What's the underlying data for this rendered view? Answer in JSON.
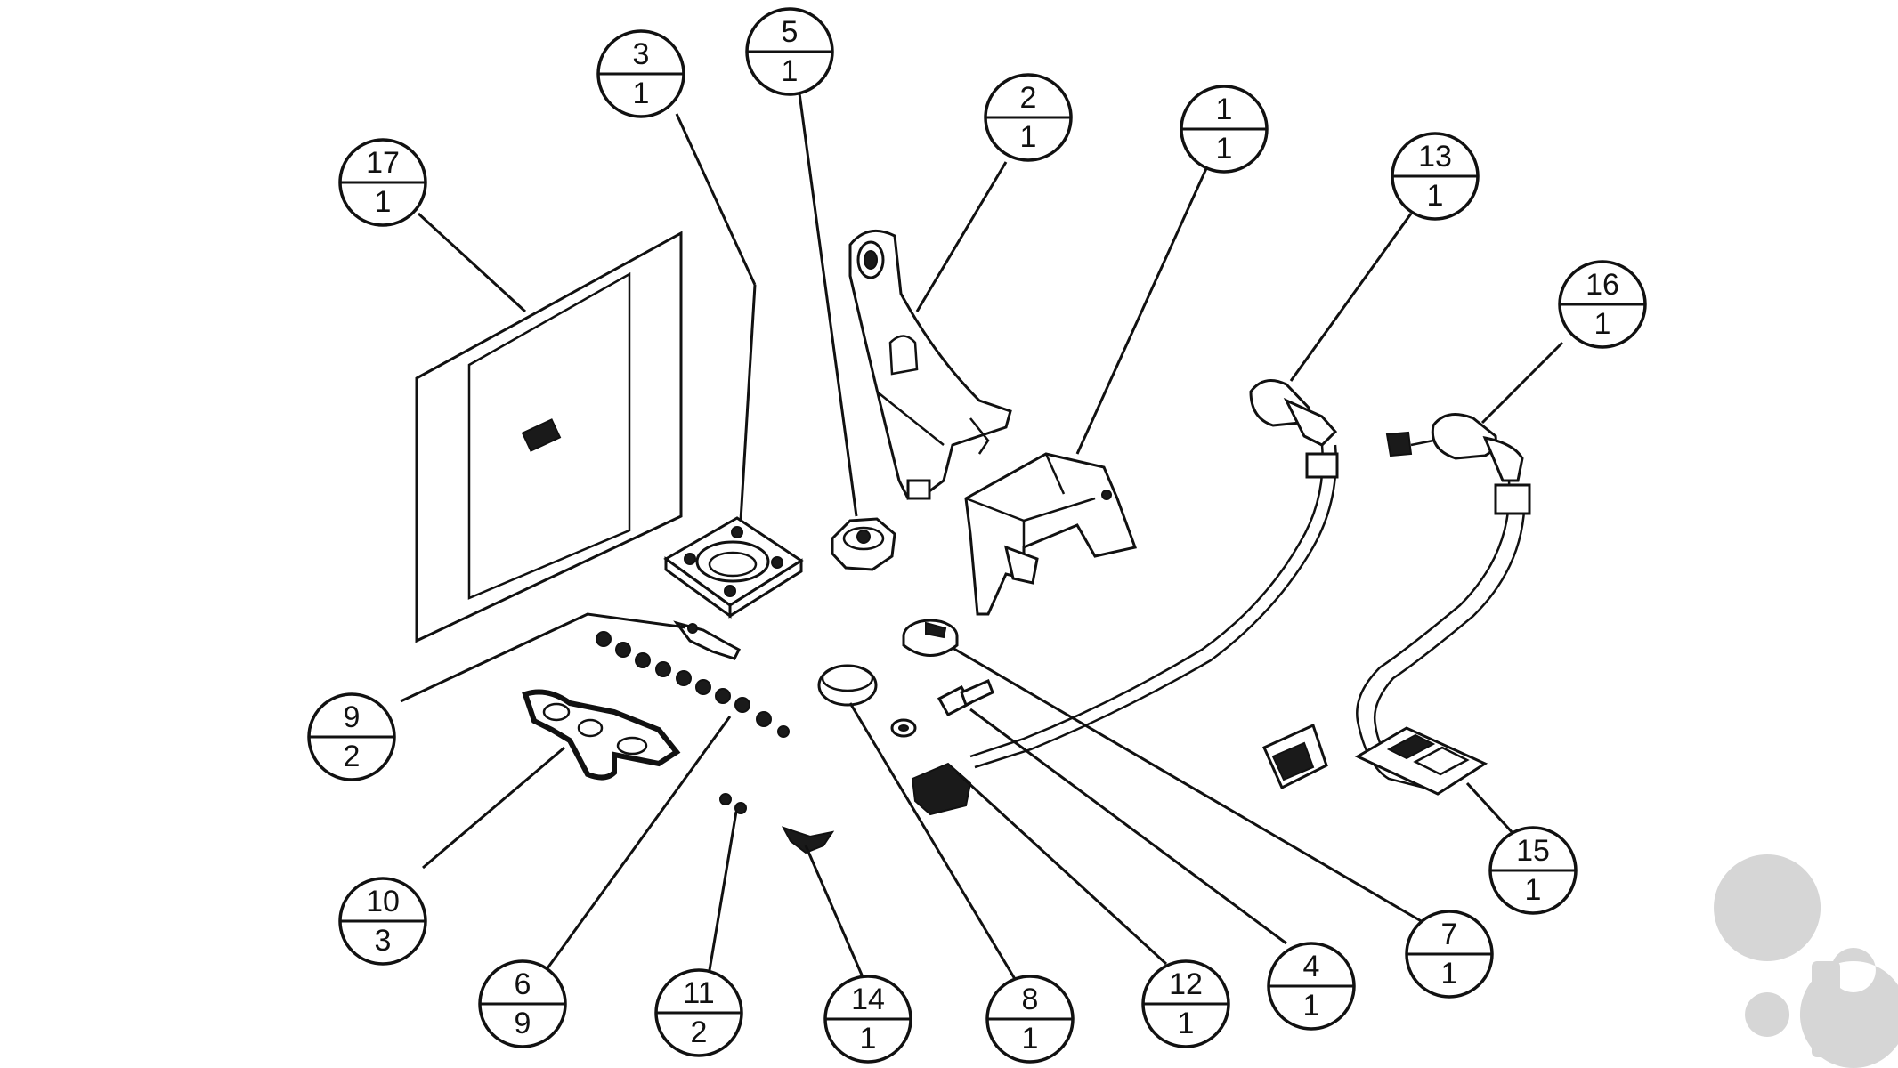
{
  "balloons": [
    {
      "id": "17",
      "item": "17",
      "qty": "1"
    },
    {
      "id": "3",
      "item": "3",
      "qty": "1"
    },
    {
      "id": "5",
      "item": "5",
      "qty": "1"
    },
    {
      "id": "2",
      "item": "2",
      "qty": "1"
    },
    {
      "id": "1",
      "item": "1",
      "qty": "1"
    },
    {
      "id": "13",
      "item": "13",
      "qty": "1"
    },
    {
      "id": "16",
      "item": "16",
      "qty": "1"
    },
    {
      "id": "9",
      "item": "9",
      "qty": "2"
    },
    {
      "id": "10",
      "item": "10",
      "qty": "3"
    },
    {
      "id": "6",
      "item": "6",
      "qty": "9"
    },
    {
      "id": "11",
      "item": "11",
      "qty": "2"
    },
    {
      "id": "14",
      "item": "14",
      "qty": "1"
    },
    {
      "id": "8",
      "item": "8",
      "qty": "1"
    },
    {
      "id": "12",
      "item": "12",
      "qty": "1"
    },
    {
      "id": "4",
      "item": "4",
      "qty": "1"
    },
    {
      "id": "7",
      "item": "7",
      "qty": "1"
    },
    {
      "id": "15",
      "item": "15",
      "qty": "1"
    }
  ],
  "colors": {
    "line": "#111111",
    "background": "#ffffff",
    "watermark": "#d6d6d6"
  },
  "watermark": {
    "text": "ao"
  }
}
